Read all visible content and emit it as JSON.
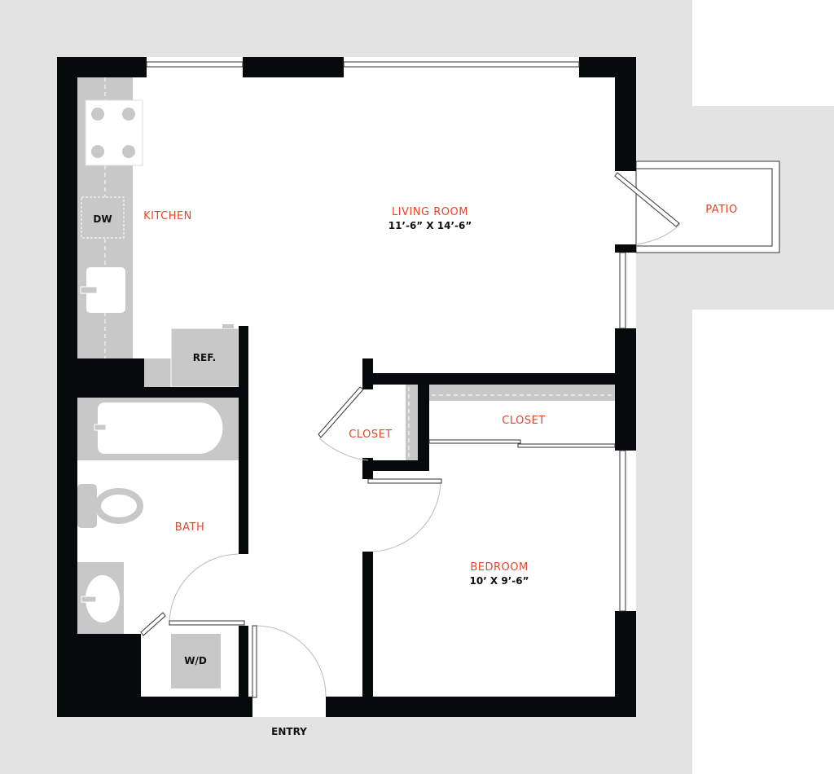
{
  "colors": {
    "wall": "#060a0b",
    "label": "#e2462b",
    "fixture": "#c8c8c8",
    "site": "#e3e3e3"
  },
  "rooms": {
    "kitchen": "KITCHEN",
    "living_room": "LIVING ROOM",
    "living_room_dims": "11’-6” X 14’-6”",
    "patio": "PATIO",
    "closet_hall": "CLOSET",
    "closet_bedroom": "CLOSET",
    "bath": "BATH",
    "bedroom": "BEDROOM",
    "bedroom_dims": "10’ X 9’-6”",
    "entry": "ENTRY"
  },
  "fixtures": {
    "dishwasher": "DW",
    "refrigerator": "REF.",
    "washer_dryer": "W/D"
  }
}
